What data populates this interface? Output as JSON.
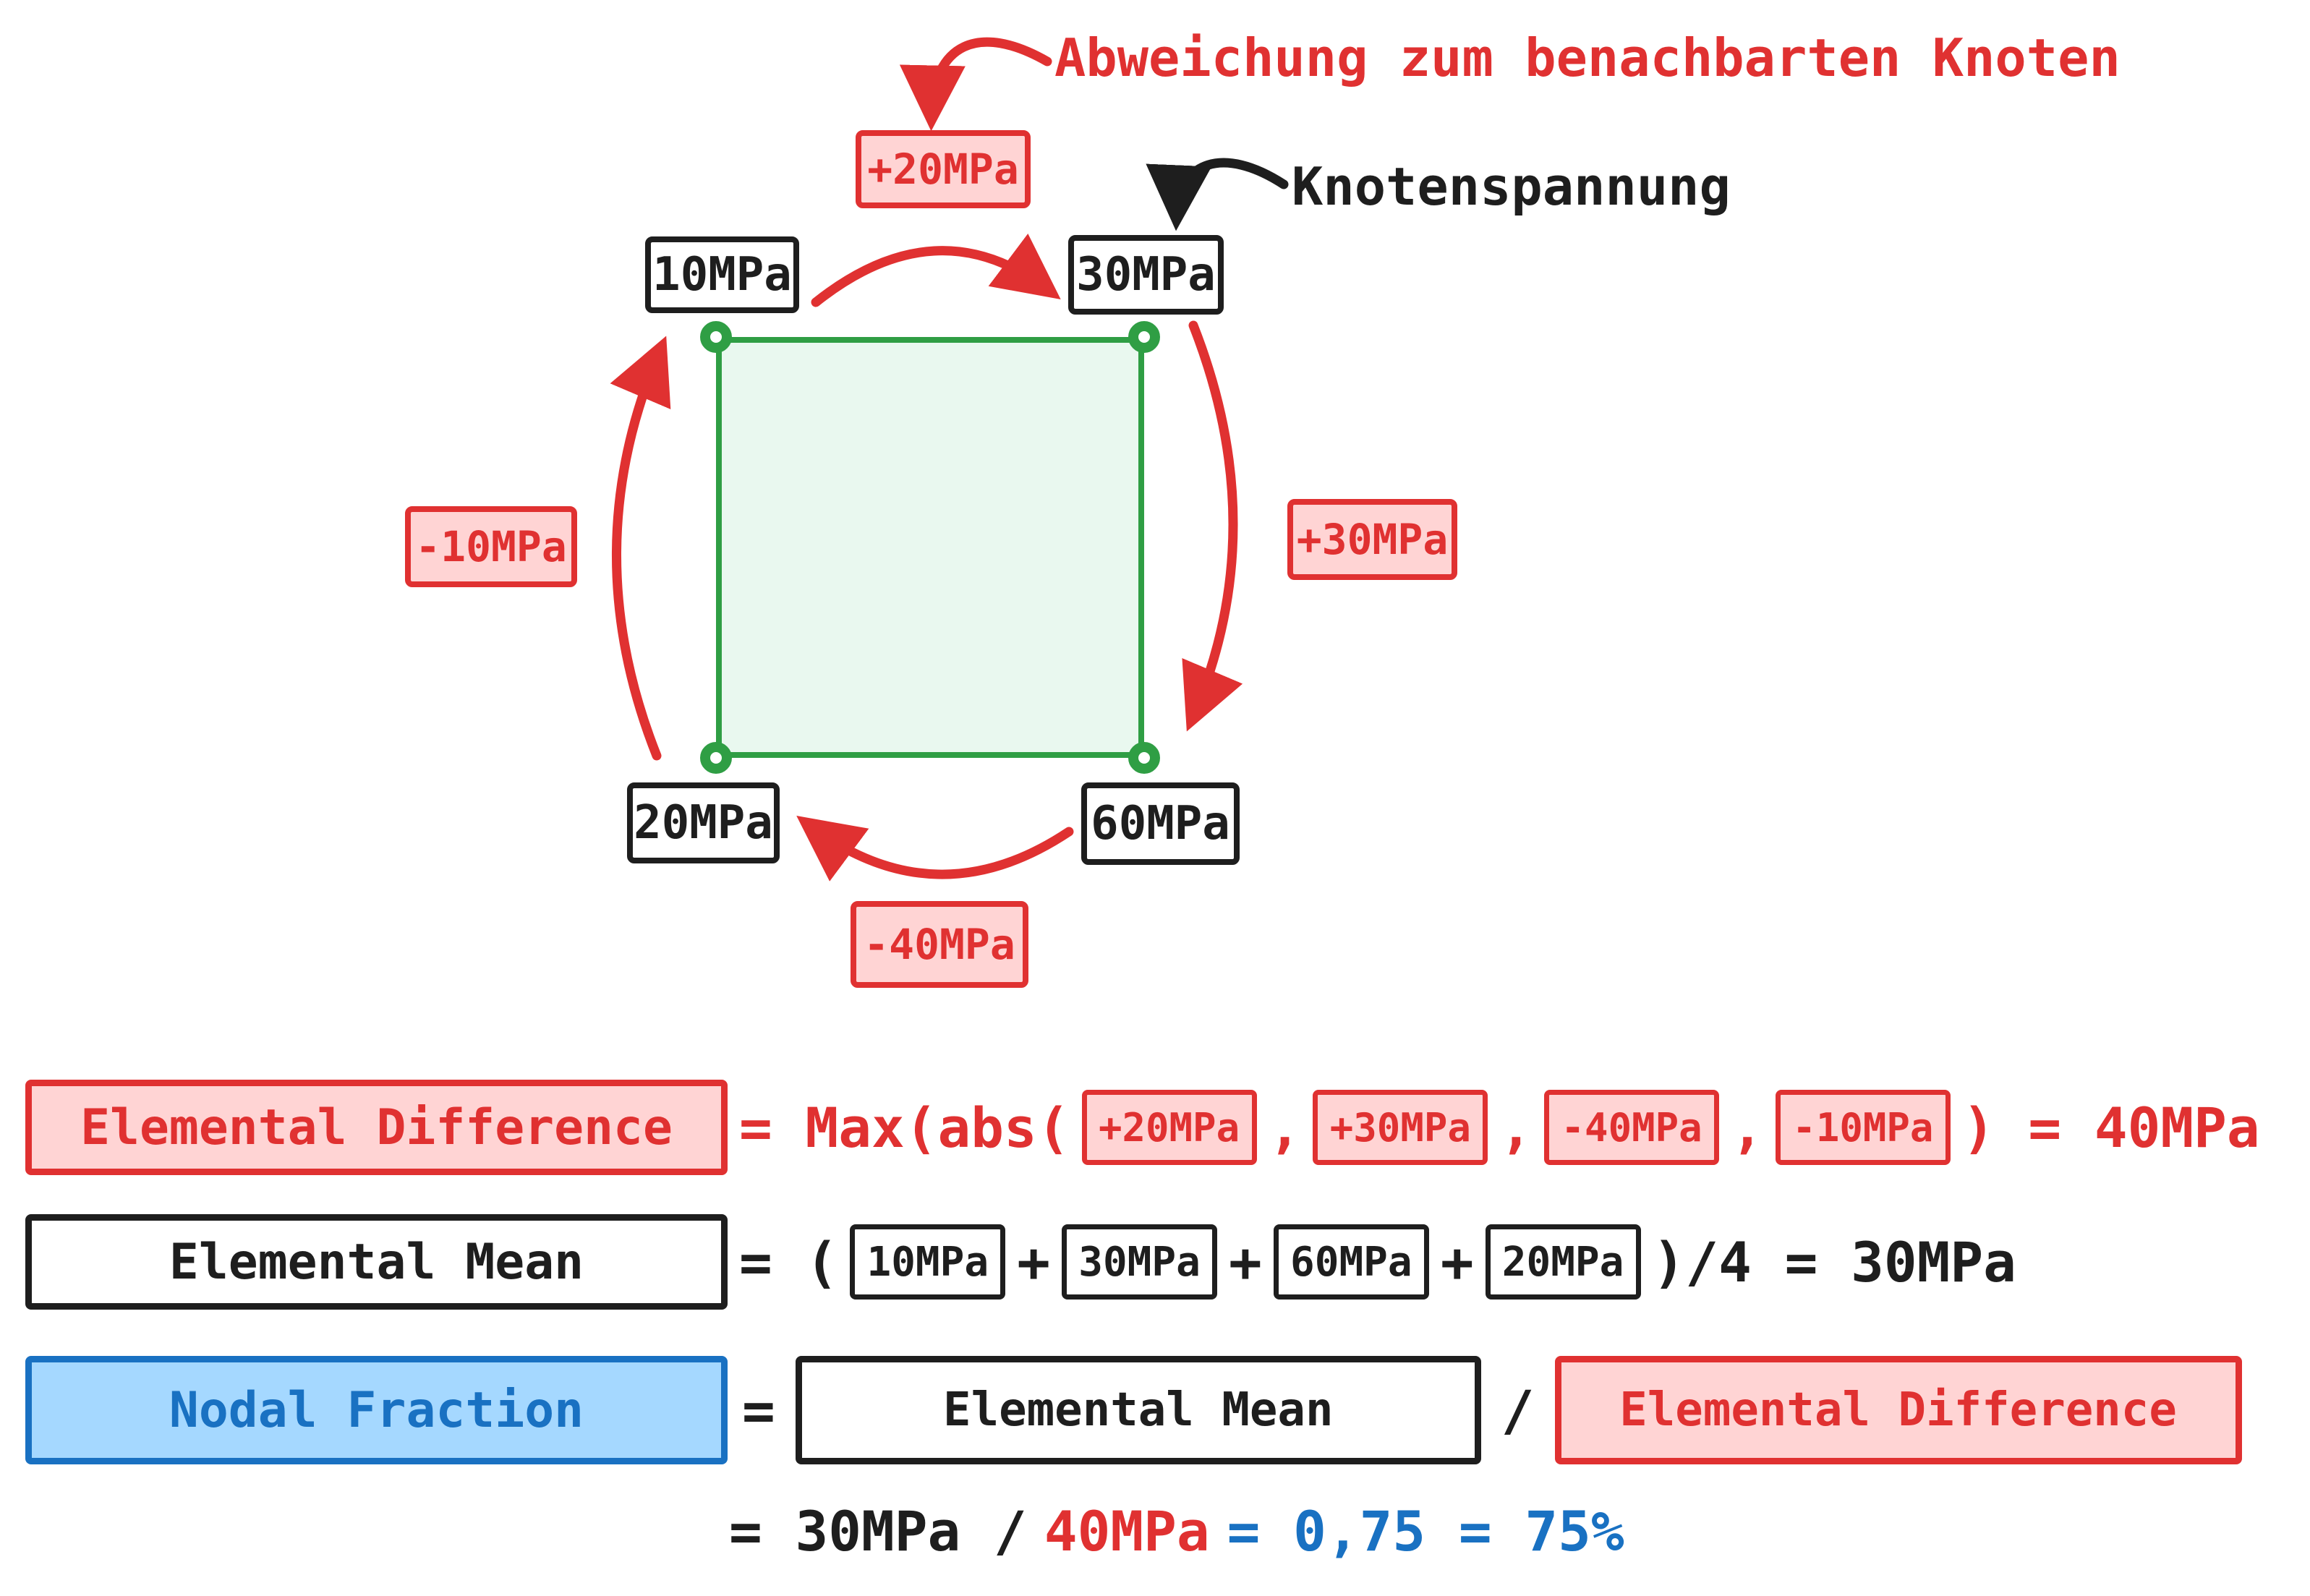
{
  "colors": {
    "red": "#e03131",
    "red_fill": "#ffd4d4",
    "black": "#1e1e1e",
    "green": "#2f9e44",
    "green_fill": "#e9f8ef",
    "blue": "#1971c2",
    "blue_fill": "#a5d8ff"
  },
  "diagram": {
    "annotation_difference_label": "Abweichung zum benachbarten Knoten",
    "annotation_stress_label": "Knotenspannung",
    "nodes": {
      "top_left": "10MPa",
      "top_right": "30MPa",
      "bottom_left": "20MPa",
      "bottom_right": "60MPa"
    },
    "differences": {
      "top": "+20MPa",
      "right": "+30MPa",
      "bottom": "-40MPa",
      "left": "-10MPa"
    }
  },
  "formulas": {
    "difference": {
      "label": "Elemental Difference",
      "eq_prefix": "= Max(abs(",
      "terms": [
        "+20MPa",
        "+30MPa",
        "-40MPa",
        "-10MPa"
      ],
      "separator": ",",
      "eq_suffix": ") = 40MPa"
    },
    "mean": {
      "label": "Elemental Mean",
      "eq_prefix": "= (",
      "terms": [
        "10MPa",
        "30MPa",
        "60MPa",
        "20MPa"
      ],
      "separator": "+",
      "eq_suffix": ")/4 = 30MPa"
    },
    "fraction": {
      "label": "Nodal Fraction",
      "equals": "=",
      "numerator": "Elemental Mean",
      "divide": "/",
      "denominator": "Elemental Difference"
    },
    "result": {
      "prefix": "= 30MPa /",
      "difference_value": "40MPa",
      "suffix": "= 0,75 = 75%"
    }
  }
}
